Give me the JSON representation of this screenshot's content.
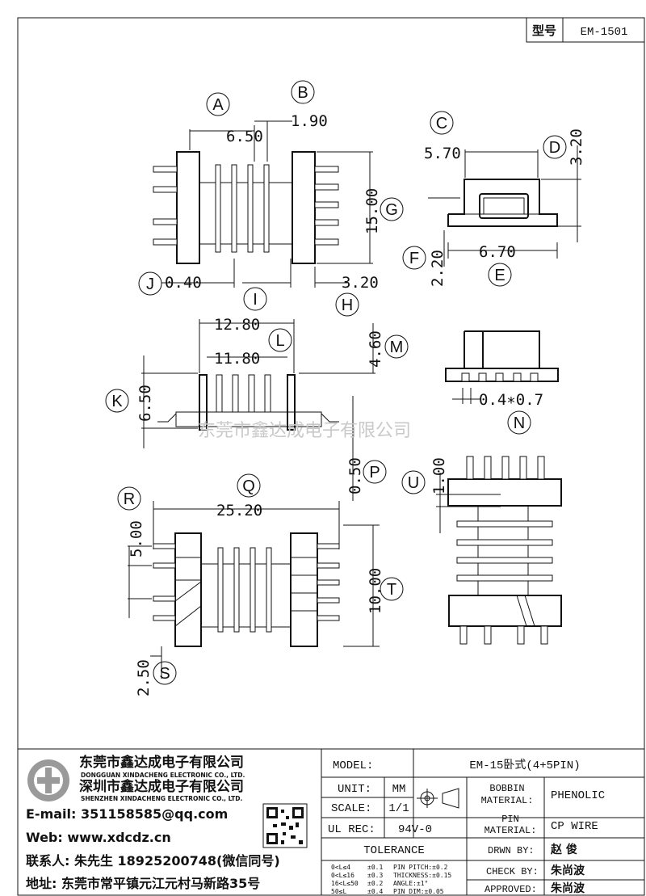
{
  "header": {
    "type_label": "型号",
    "type_value": "EM-1501"
  },
  "dims": {
    "A": "6.50",
    "B": "1.90",
    "C": "5.70",
    "D": "3.20",
    "E": "6.70",
    "F": "2.20",
    "G": "15.00",
    "H": "3.20",
    "J": "0.40",
    "L1": "12.80",
    "L2": "11.80",
    "M": "4.60",
    "K": "6.50",
    "N": "0.4∗0.7",
    "P": "0.50",
    "Q": "25.20",
    "R": "5.00",
    "T": "10.00",
    "S": "2.50",
    "U": "1.00"
  },
  "letters": [
    "A",
    "B",
    "C",
    "D",
    "E",
    "F",
    "G",
    "H",
    "I",
    "J",
    "K",
    "L",
    "M",
    "N",
    "P",
    "Q",
    "R",
    "S",
    "T",
    "U"
  ],
  "watermark": "东莞市鑫达成电子有限公司",
  "company": {
    "name_cn_1": "东莞市鑫达成电子有限公司",
    "name_en_1": "DONGGUAN XINDACHENG ELECTRONIC CO., LTD.",
    "name_cn_2": "深圳市鑫达成电子有限公司",
    "name_en_2": "SHENZHEN XINDACHENG ELECTRONIC CO., LTD.",
    "email": "E-mail: 351158585@qq.com",
    "web": "Web: www.xdcdz.cn",
    "contact": "联系人: 朱先生 18925200748(微信同号)",
    "address": "地址: 东莞市常平镇元江元村马新路35号"
  },
  "title_block": {
    "model_label": "MODEL:",
    "model_value": "EM-15卧式(4+5PIN)",
    "unit_label": "UNIT:",
    "unit_value": "MM",
    "scale_label": "SCALE:",
    "scale_value": "1/1",
    "ulrec_label": "UL REC:",
    "ulrec_value": "94V-0",
    "tolerance_label": "TOLERANCE",
    "bobbin_label_1": "BOBBIN",
    "bobbin_label_2": "MATERIAL:",
    "bobbin_value": "PHENOLIC",
    "pin_label_1": "PIN",
    "pin_label_2": "MATERIAL:",
    "pin_value": "CP WIRE",
    "drwn_label": "DRWN BY:",
    "drwn_value": "赵  俊",
    "check_label": "CHECK BY:",
    "check_value": "朱尚波",
    "approved_label": "APPROVED:",
    "approved_value": "朱尚波",
    "tol_rows": [
      [
        "0<L≤4",
        "±0.1",
        "PIN PITCH:±0.2"
      ],
      [
        "0<L≤16",
        "±0.3",
        "THICKNESS:±0.15"
      ],
      [
        "16<L≤50",
        "±0.2",
        "ANGLE:±1°"
      ],
      [
        "50≤L",
        "±0.4",
        "PIN DIM:±0.05"
      ]
    ]
  }
}
